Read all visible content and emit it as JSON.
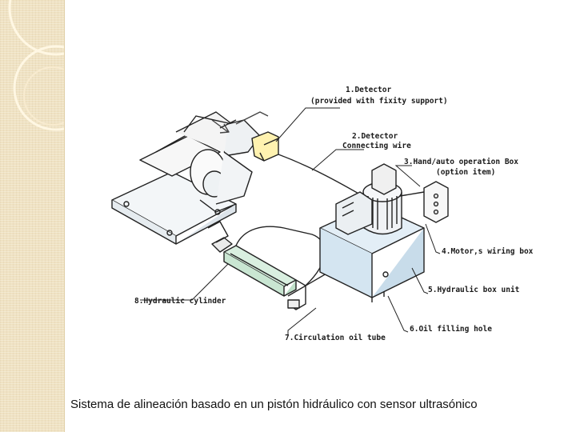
{
  "labels": {
    "detector": "1.Detector",
    "detector_sub": "(provided with fixity support)",
    "connecting": "2.Detector",
    "connecting_sub": "Connecting wire",
    "hand_auto": "3.Hand/auto operation Box",
    "hand_auto_sub": "(option item)",
    "motor": "4.Motor,s wiring box",
    "hydraulic_box": "5.Hydraulic box unit",
    "oil_hole": "6.Oil filling hole",
    "circulation": "7.Circulation oil tube",
    "cylinder": "8.Hydraulic cylinder"
  },
  "caption": "Sistema de alineación basado en un pistón hidráulico con sensor ultrasónico",
  "colors": {
    "band": "#efe2c2",
    "line": "#222222",
    "panel": "#d9e9f5"
  }
}
